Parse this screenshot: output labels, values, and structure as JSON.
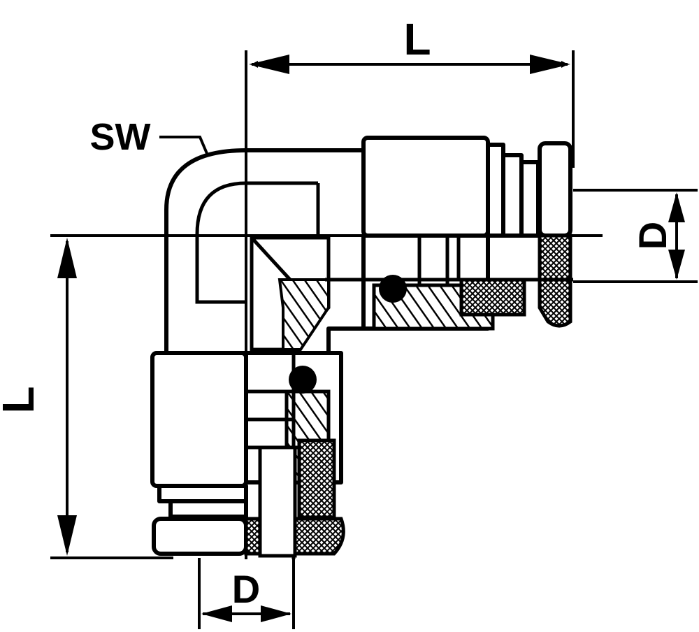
{
  "drawing": {
    "labels": {
      "length_top": "L",
      "length_left": "L",
      "diameter_right": "D",
      "diameter_bottom": "D",
      "wrench_size": "SW"
    }
  }
}
